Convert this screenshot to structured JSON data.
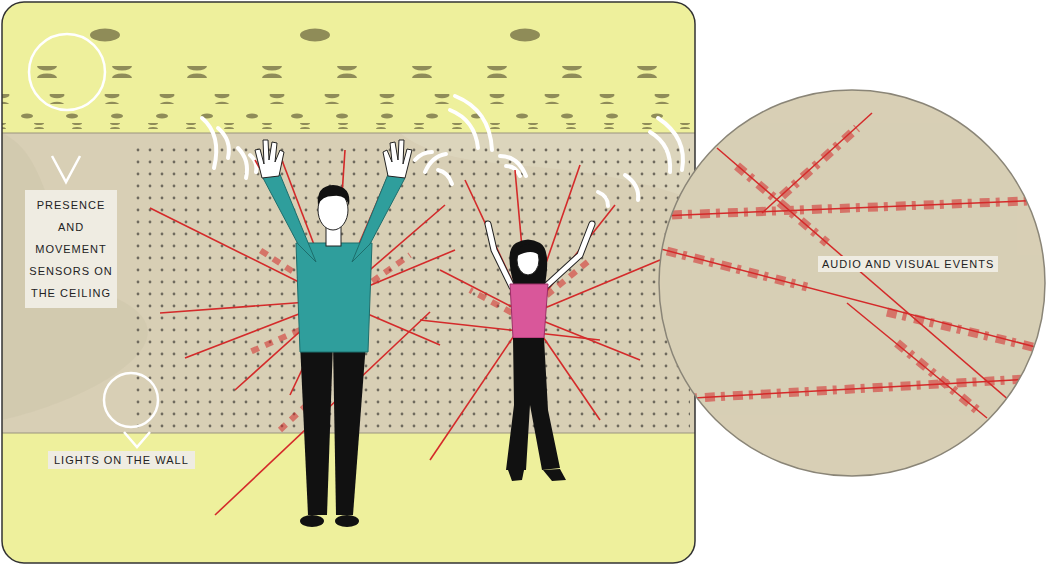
{
  "diagram": {
    "nodes": [
      {
        "text": [
          "AUDIO AND VISUAL EVENTS"
        ]
      }
    ],
    "labels": [
      "PRESENCE AND MOVEMENT SENSORS ON THE CEILING",
      "LIGHTS ON THE WALL"
    ]
  }
}
